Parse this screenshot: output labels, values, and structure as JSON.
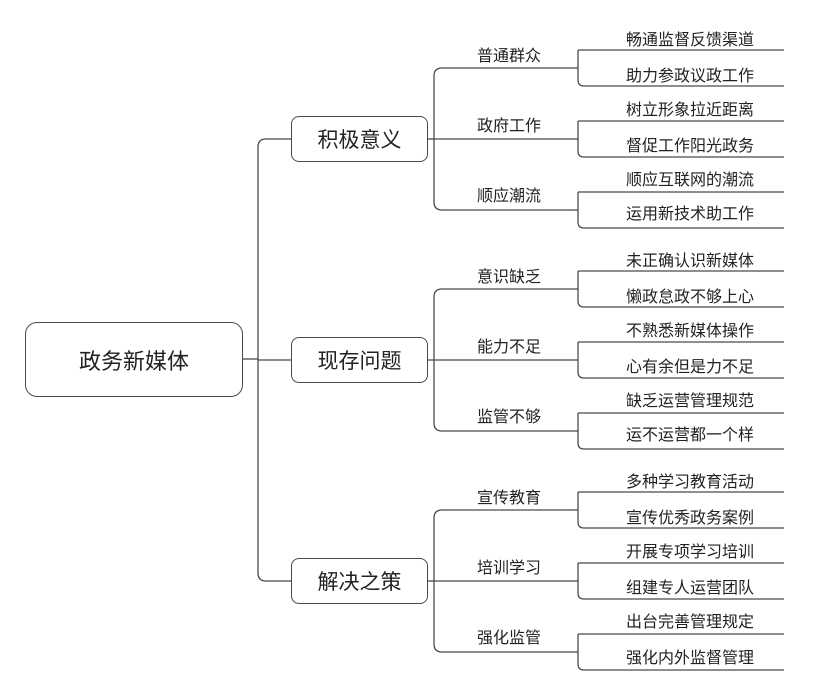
{
  "root": {
    "label": "政务新媒体"
  },
  "categories": [
    {
      "label": "积极意义",
      "subs": [
        {
          "label": "普通群众",
          "leaves": [
            "畅通监督反馈渠道",
            "助力参政议政工作"
          ]
        },
        {
          "label": "政府工作",
          "leaves": [
            "树立形象拉近距离",
            "督促工作阳光政务"
          ]
        },
        {
          "label": "顺应潮流",
          "leaves": [
            "顺应互联网的潮流",
            "运用新技术助工作"
          ]
        }
      ]
    },
    {
      "label": "现存问题",
      "subs": [
        {
          "label": "意识缺乏",
          "leaves": [
            "未正确认识新媒体",
            "懒政怠政不够上心"
          ]
        },
        {
          "label": "能力不足",
          "leaves": [
            "不熟悉新媒体操作",
            "心有余但是力不足"
          ]
        },
        {
          "label": "监管不够",
          "leaves": [
            "缺乏运营管理规范",
            "运不运营都一个样"
          ]
        }
      ]
    },
    {
      "label": "解决之策",
      "subs": [
        {
          "label": "宣传教育",
          "leaves": [
            "多种学习教育活动",
            "宣传优秀政务案例"
          ]
        },
        {
          "label": "培训学习",
          "leaves": [
            "开展专项学习培训",
            "组建专人运营团队"
          ]
        },
        {
          "label": "强化监管",
          "leaves": [
            "出台完善管理规定",
            "强化内外监督管理"
          ]
        }
      ]
    }
  ]
}
